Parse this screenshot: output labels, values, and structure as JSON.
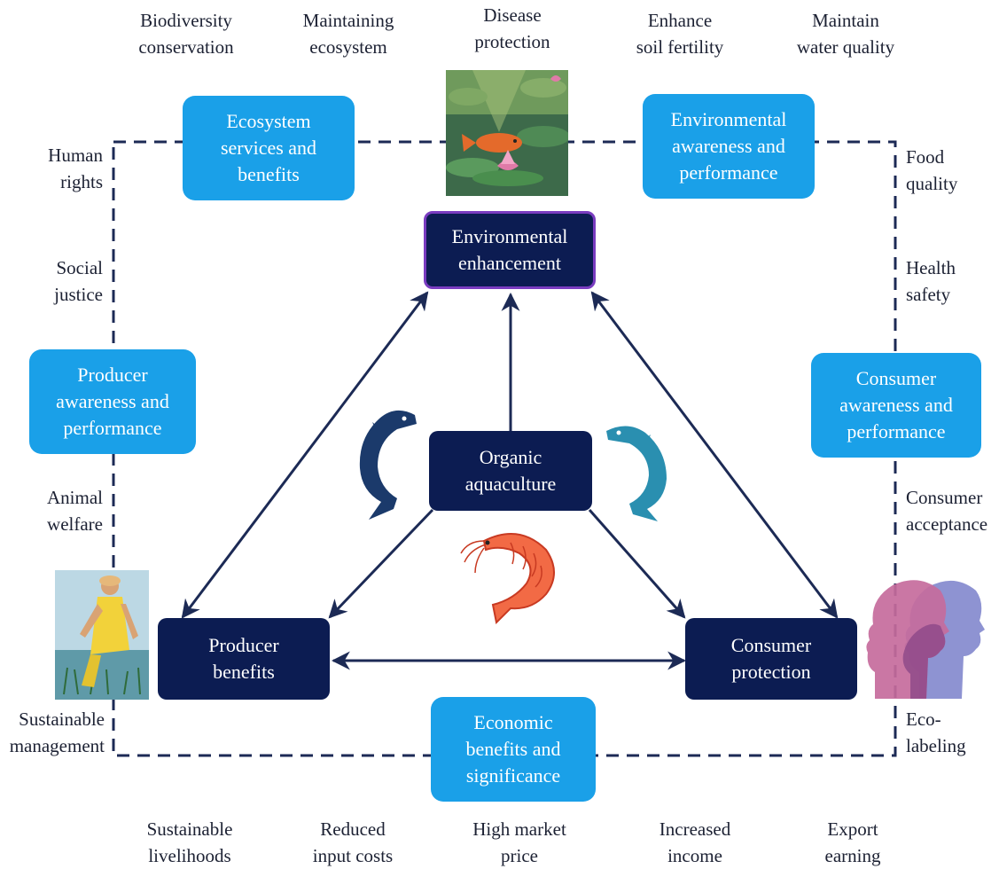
{
  "top_labels": [
    "Biodiversity\nconservation",
    "Maintaining\necosystem",
    "Disease\nprotection",
    "Enhance\nsoil fertility",
    "Maintain\nwater quality"
  ],
  "left_labels": [
    "Human\nrights",
    "Social\njustice",
    "Animal\nwelfare",
    "Sustainable\nmanagement"
  ],
  "right_labels": [
    "Food\nquality",
    "Health\nsafety",
    "Consumer\nacceptance",
    "Eco-\nlabeling"
  ],
  "bottom_labels": [
    "Sustainable\nlivelihoods",
    "Reduced\ninput costs",
    "High market\nprice",
    "Increased\nincome",
    "Export\nearning"
  ],
  "blue_boxes": {
    "ecosystem": "Ecosystem\nservices and\nbenefits",
    "environmental_awareness": "Environmental\nawareness and\nperformance",
    "producer_awareness": "Producer\nawareness and\nperformance",
    "consumer_awareness": "Consumer\nawareness and\nperformance",
    "economic": "Economic\nbenefits and\nsignificance"
  },
  "navy_boxes": {
    "environmental_enhancement": "Environmental\nenhancement",
    "organic_aquaculture": "Organic\naquaculture",
    "producer_benefits": "Producer\nbenefits",
    "consumer_protection": "Consumer\nprotection"
  },
  "colors": {
    "blue_box": "#1aa0e8",
    "navy_box": "#0c1c52",
    "dashed_frame": "#1c2a55",
    "arrow": "#1c2a55",
    "fish_dark": "#1b3a6b",
    "fish_teal": "#2a8fb0",
    "shrimp": "#e8553a"
  }
}
